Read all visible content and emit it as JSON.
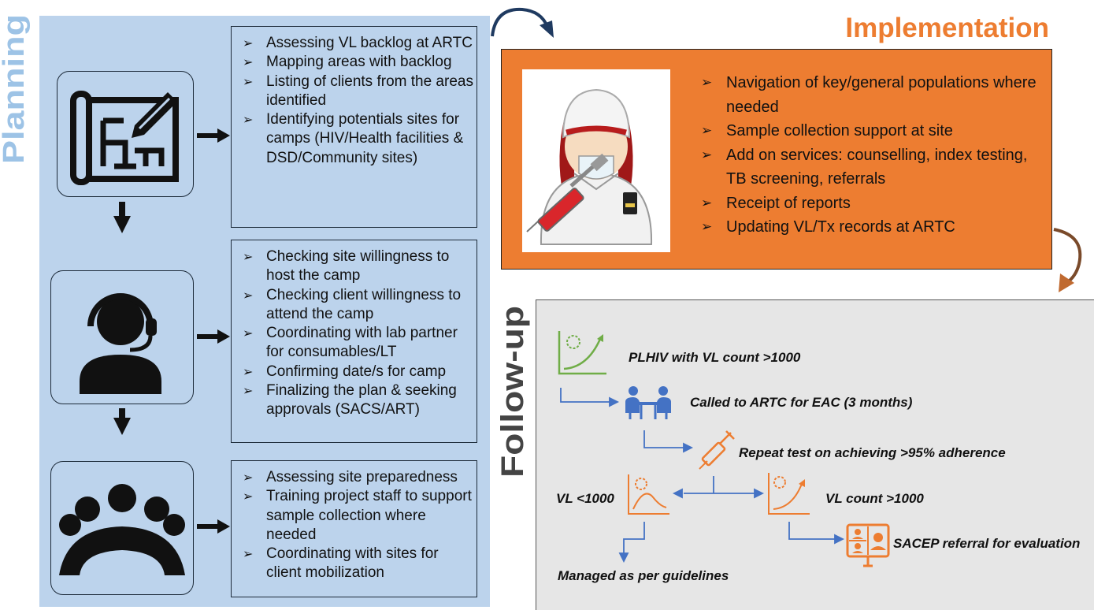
{
  "planning": {
    "title": "Planning",
    "steps": [
      {
        "icon": "blueprint-pencil-icon",
        "items": [
          "Assessing VL backlog at ARTC",
          "Mapping areas with backlog",
          "Listing of clients from the areas identified",
          "Identifying potentials sites for camps (HIV/Health facilities & DSD/Community sites)"
        ]
      },
      {
        "icon": "headset-person-icon",
        "items": [
          "Checking site willingness to host the camp",
          "Checking client willingness to attend the camp",
          "Coordinating with lab partner for consumables/LT",
          "Confirming date/s for camp",
          "Finalizing the plan & seeking approvals (SACS/ART)"
        ]
      },
      {
        "icon": "group-meeting-icon",
        "items": [
          "Assessing site preparedness",
          "Training project staff to support sample collection where needed",
          "Coordinating with sites for client mobilization"
        ]
      }
    ]
  },
  "implementation": {
    "title": "Implementation",
    "image": "nurse-with-syringe-icon",
    "items": [
      "Navigation of key/general populations where needed",
      "Sample collection support at site",
      "Add on services: counselling, index testing, TB screening, referrals",
      "Receipt of reports",
      "Updating VL/Tx records at ARTC"
    ]
  },
  "followup": {
    "title": "Follow-up",
    "nodes": {
      "high_vl": "PLHIV with VL count >1000",
      "eac": "Called to ARTC for EAC (3 months)",
      "repeat_test": "Repeat test on achieving >95% adherence",
      "vl_low": "VL <1000",
      "vl_high": "VL count >1000",
      "managed": "Managed as per guidelines",
      "sacep": "SACEP referral for evaluation"
    }
  },
  "colors": {
    "planning_bg": "#bcd3ec",
    "planning_title": "#9dc3e6",
    "implementation_bg": "#ed7d31",
    "followup_bg": "#e6e6e6",
    "flow_arrow": "#4472c4",
    "followup_icon": "#ed7d31"
  }
}
